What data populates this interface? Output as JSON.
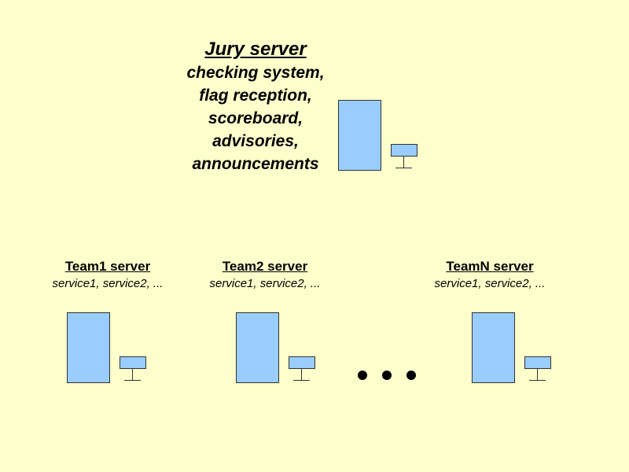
{
  "colors": {
    "background": "#FFFFCC",
    "computer_fill": "#99CCFF",
    "computer_border": "#333333",
    "text_color": "#000000"
  },
  "jury": {
    "title": "Jury server",
    "lines": [
      "checking system,",
      "flag reception,",
      "scoreboard,",
      "advisories,",
      "announcements"
    ]
  },
  "teams": [
    {
      "title": "Team1 server",
      "subtitle": "service1, service2, ..."
    },
    {
      "title": "Team2 server",
      "subtitle": "service1, service2, ..."
    },
    {
      "title": "TeamN server",
      "subtitle": "service1, service2, ..."
    }
  ],
  "ellipsis": "dots-between-team2-and-teamN"
}
